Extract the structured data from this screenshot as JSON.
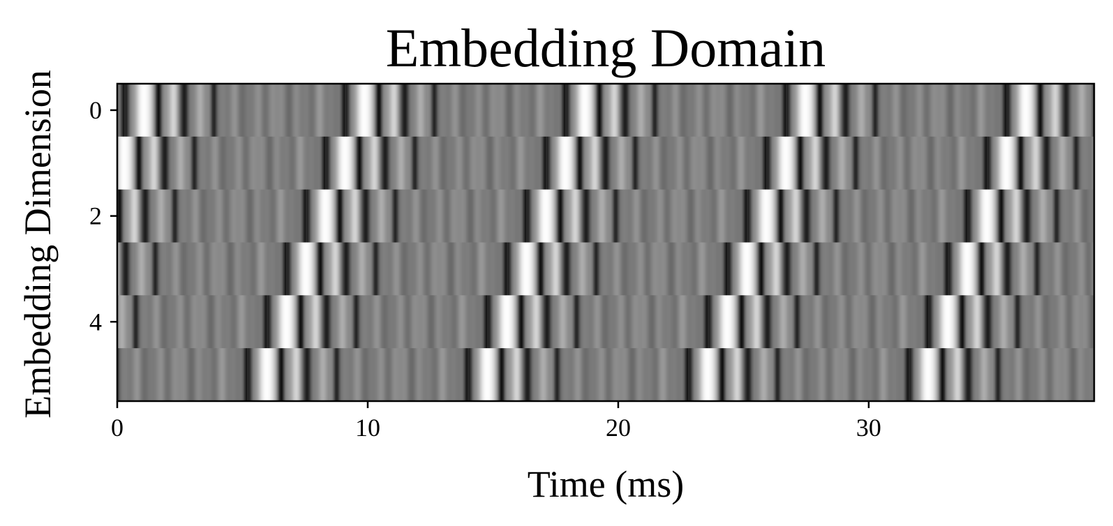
{
  "chart_data": {
    "type": "heatmap",
    "title": "Embedding Domain",
    "xlabel": "Time (ms)",
    "ylabel": "Embedding Dimension",
    "colormap": "gray",
    "grid": false,
    "legend": "none",
    "xlim": [
      0,
      39
    ],
    "ylim": [
      -0.5,
      5.5
    ],
    "y_inverted": true,
    "x_ticks": [
      0,
      10,
      20,
      30
    ],
    "y_ticks": [
      0,
      2,
      4
    ],
    "rows": [
      0,
      1,
      2,
      3,
      4,
      5
    ],
    "period_ms": 8.8,
    "row_lag_ms": 0.78
  }
}
